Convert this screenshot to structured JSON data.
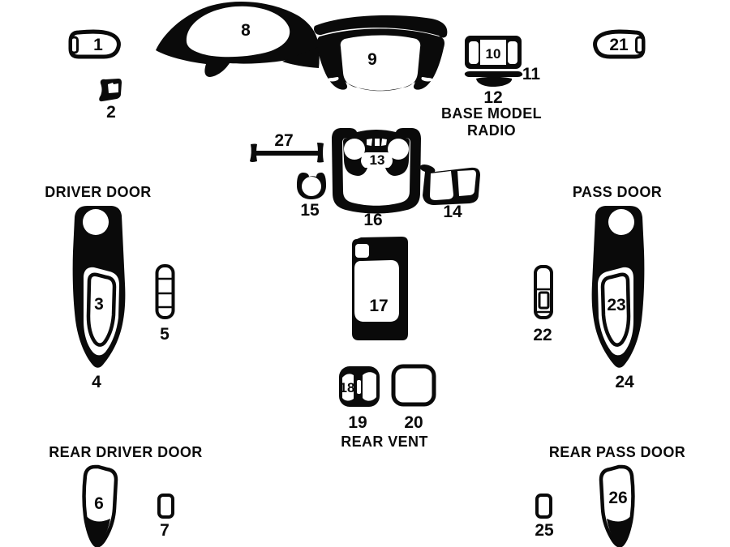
{
  "diagram": {
    "kind": "car dash trim kit parts diagram",
    "background_color": "#ffffff",
    "ink_color": "#0a0a0a"
  },
  "sections": {
    "driver_door": "DRIVER DOOR",
    "pass_door": "PASS DOOR",
    "rear_driver_door": "REAR DRIVER DOOR",
    "rear_pass_door": "REAR PASS DOOR",
    "rear_vent": "REAR VENT",
    "base_model_line1": "BASE MODEL",
    "base_model_line2": "RADIO"
  },
  "parts": {
    "1": "1",
    "2": "2",
    "3": "3",
    "4": "4",
    "5": "5",
    "6": "6",
    "7": "7",
    "8": "8",
    "9": "9",
    "10": "10",
    "11": "11",
    "12": "12",
    "13": "13",
    "14": "14",
    "15": "15",
    "16": "16",
    "17": "17",
    "18": "18",
    "19": "19",
    "20": "20",
    "21": "21",
    "22": "22",
    "23": "23",
    "24": "24",
    "25": "25",
    "26": "26",
    "27": "27"
  }
}
